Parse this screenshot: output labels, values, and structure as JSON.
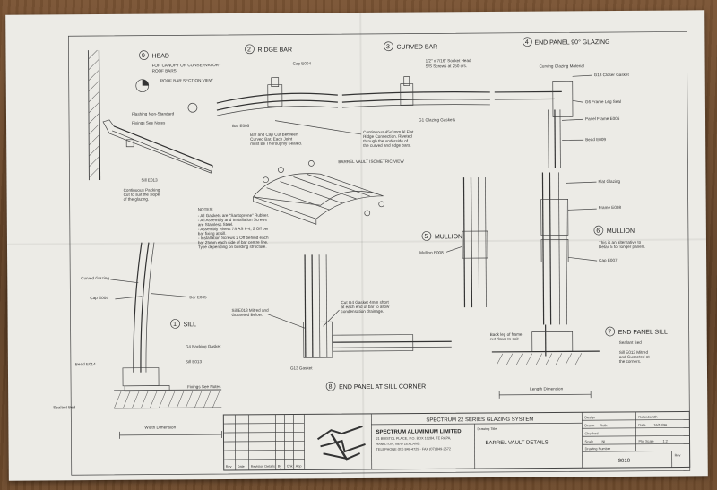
{
  "title_block": {
    "system_name": "SPECTRUM 22 SERIES GLAZING SYSTEM",
    "company": "SPECTRUM ALUMINIUM LIMITED",
    "address_1": "21 BRISTOL PLACE, P.O. BOX 10284, TE RAPA,",
    "address_2": "HAMILTON, NEW ZEALAND.",
    "phone": "TELEPHONE (07) 849-4729 - FAX (07) 849-2572",
    "drawing_title_label": "Drawing Title",
    "drawing_title": "BARREL VAULT DETAILS",
    "drawing_number_label": "Drawing Number",
    "drawing_number": "9010",
    "rev_label": "Rev",
    "revision_columns": [
      "Rev",
      "Date",
      "Revision Details",
      "By",
      "Chk",
      "App"
    ],
    "fields": [
      {
        "label": "Design",
        "value": "Rolandsmith"
      },
      {
        "label": "Drawn",
        "value": "Ruth"
      },
      {
        "label": "Checked",
        "value": ""
      },
      {
        "label": "Scale",
        "value": "NI"
      },
      {
        "label": "Date",
        "value": "16/10/96"
      },
      {
        "label": "Plot Scale",
        "value": "1:2"
      }
    ]
  },
  "details": [
    {
      "num": "9",
      "title": "HEAD",
      "sub1": "FOR CANOPY OR CONSERVATORY",
      "sub2": "ROOF BARS",
      "sub3": "ROOF BAR SECTION VIEW"
    },
    {
      "num": "2",
      "title": "RIDGE BAR"
    },
    {
      "num": "3",
      "title": "CURVED BAR"
    },
    {
      "num": "4",
      "title": "END PANEL 90° GLAZING"
    },
    {
      "num": "5",
      "title": "MULLION"
    },
    {
      "num": "6",
      "title": "MULLION"
    },
    {
      "num": "1",
      "title": "SILL"
    },
    {
      "num": "7",
      "title": "END PANEL SILL"
    },
    {
      "num": "8",
      "title": "END PANEL AT SILL CORNER"
    }
  ],
  "vault_title": "BARREL VAULT ISOMETRIC VIEW",
  "notes": {
    "heading": "NOTES:",
    "lines": [
      "- All Gaskets are \"Santoprene\" Rubber.",
      "- All Assembly and Installation Screws",
      "  are Stainless Steel.",
      "- Assembly Rivets 7S AS 6-4, 2 Off per",
      "  bar fixing at sill.",
      "- Installation Screws 2 Off behind each",
      "  bar 25mm each side of bar centre line.",
      "  Type depending on building structure."
    ]
  },
  "callouts": {
    "head": [
      "Flashing Non-Standard",
      "Fixings See Notes",
      "Sill E013",
      "Continuous Packing",
      "Cut to suit the slope",
      "of the glazing."
    ],
    "ridge": [
      "Cap E004",
      "Bar E005",
      "Bar and Cap Cut Between",
      "Curved Bar. Each Joint",
      "must Be Thoroughly Sealed.",
      "Continuous 45x3mm Al Flat",
      "Ridge Connection. Riveted",
      "through the underside of",
      "the curved and ridge bars."
    ],
    "curved": [
      "1/2\" x 7/16\" Socket Head",
      "S/S Screws at 250 crs.",
      "G1 Glazing Gaskets"
    ],
    "endpanel": [
      "Curving Glazing Material",
      "G13 Closer Gasket",
      "G6 Frame Leg Seal",
      "Panel Frame E006",
      "Bead E009"
    ],
    "mullion": [
      "Mullion E008",
      "Flat Glazing",
      "Frame E008",
      "This is an alternative to",
      "Detail 5 for longer panels.",
      "Cap E007"
    ],
    "sill": [
      "Curved Glazing",
      "Cap E004",
      "Bar E005",
      "G4 Backing Gasket",
      "Sill E013",
      "Bead E014",
      "Fixings See Notes",
      "Sealant Bed",
      "Width Dimension"
    ],
    "corner": [
      "Sill E013 Mitred and",
      "Gusseted Below.",
      "Cut G4 Gasket 4mm short",
      "at each end of bar to allow",
      "condensation drainage.",
      "G13 Gasket"
    ],
    "endsill": [
      "Back leg of frame",
      "cut down to suit.",
      "Sealant Bed",
      "Sill E013 Mitred",
      "and Gusseted at",
      "the corners.",
      "Length Dimension"
    ]
  },
  "colors": {
    "paper": "#ecebe6",
    "ink": "#333333",
    "table": "#5e3f25"
  }
}
